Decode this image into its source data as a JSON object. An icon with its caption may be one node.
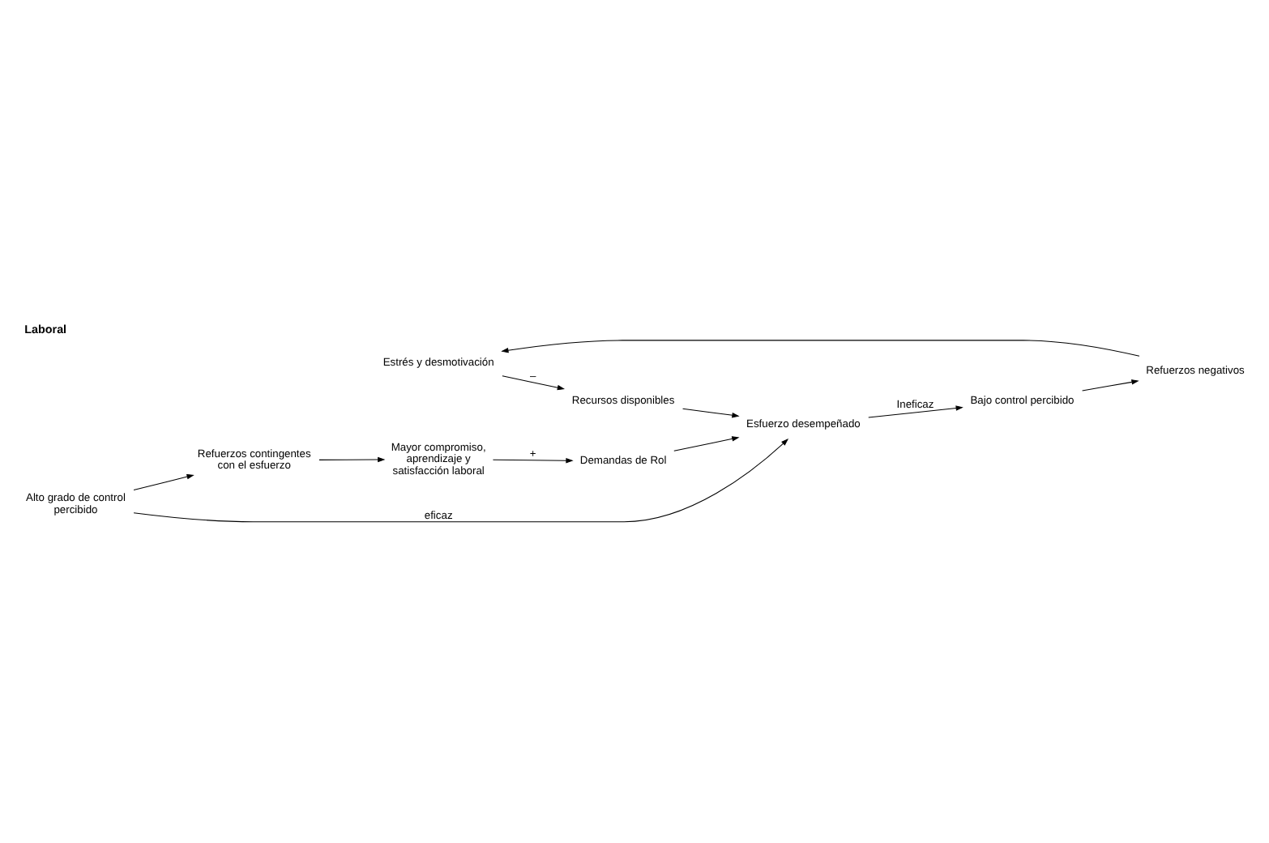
{
  "diagram": {
    "title": "Laboral",
    "nodes": [
      {
        "text": [
          "Estrés y desmotivación"
        ]
      },
      {
        "text": [
          "Refuerzos negativos"
        ]
      },
      {
        "text": [
          "Recursos disponibles"
        ]
      },
      {
        "text": [
          "Bajo control percibido"
        ]
      },
      {
        "text": [
          "Esfuerzo desempeñado"
        ]
      },
      {
        "text": [
          "Demandas de Rol"
        ]
      },
      {
        "text": [
          "Alto grado de control percibido"
        ]
      },
      {
        "text": [
          "Mayor compromiso, aprendizaje y satisfacción laboral"
        ]
      },
      {
        "text": [
          "Refuerzos contingentes con el esfuerzo"
        ]
      }
    ],
    "edges": [
      {
        "from": 1,
        "to": 0,
        "arrow": "to"
      },
      {
        "from": 0,
        "to": 2,
        "arrow": "to",
        "label": "–"
      },
      {
        "from": 2,
        "to": 4,
        "arrow": "to"
      },
      {
        "from": 3,
        "to": 1,
        "arrow": "to"
      },
      {
        "from": 4,
        "to": 3,
        "arrow": "to",
        "label": "Ineficaz"
      },
      {
        "from": 6,
        "to": 4,
        "arrow": "to",
        "label": "eficaz"
      },
      {
        "from": 5,
        "to": 4,
        "arrow": "to"
      },
      {
        "from": 6,
        "to": 8,
        "arrow": "to"
      },
      {
        "from": 8,
        "to": 7,
        "arrow": "to"
      },
      {
        "from": 7,
        "to": 5,
        "arrow": "to",
        "label": "+"
      }
    ]
  }
}
